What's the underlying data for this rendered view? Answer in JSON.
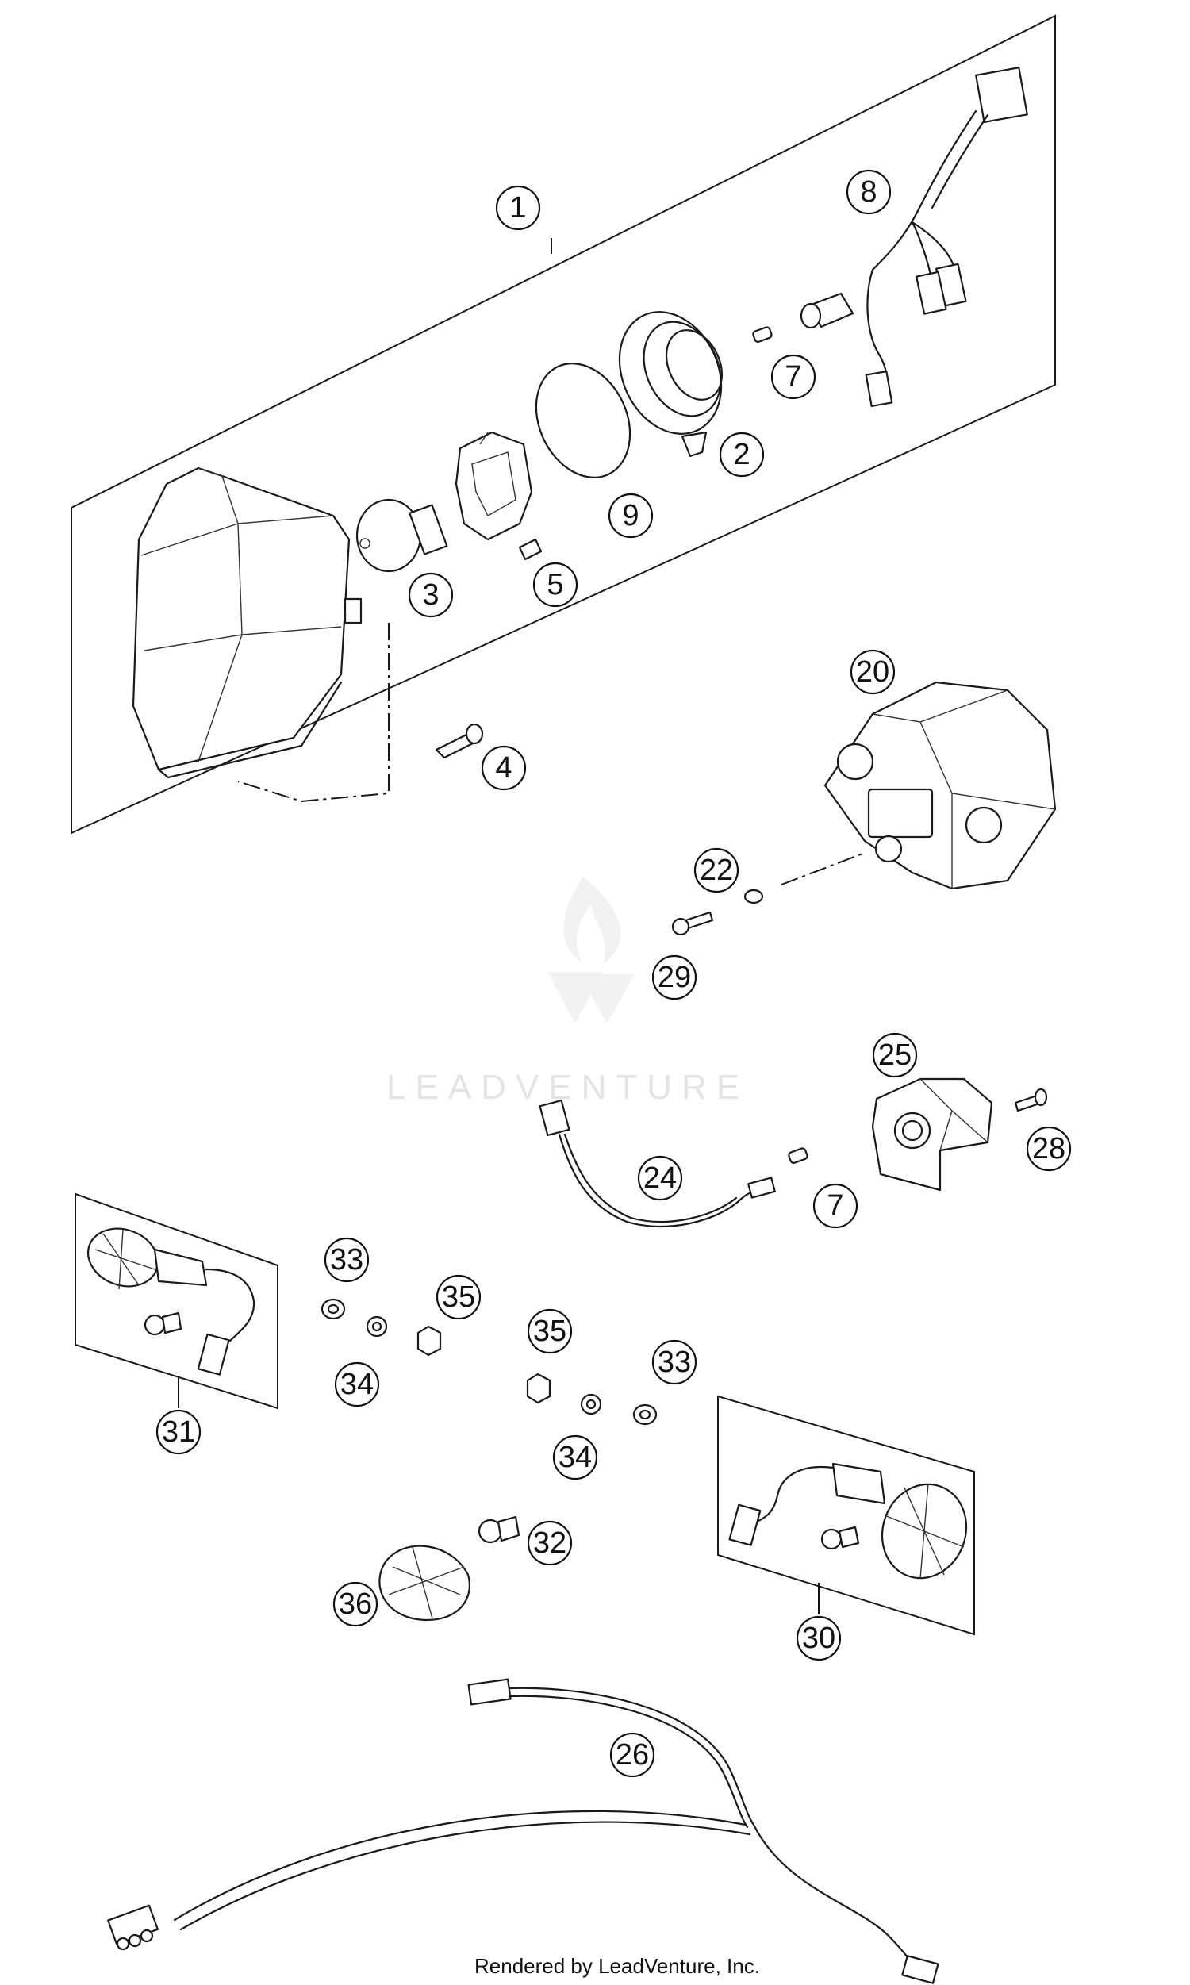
{
  "diagram": {
    "callouts": [
      "1",
      "2",
      "3",
      "4",
      "5",
      "7",
      "8",
      "9",
      "20",
      "22",
      "29",
      "25",
      "28",
      "24",
      "7",
      "33",
      "35",
      "35",
      "33",
      "34",
      "34",
      "31",
      "32",
      "36",
      "30",
      "26"
    ],
    "watermark": "LEADVENTURE",
    "footer": "Rendered by LeadVenture, Inc."
  }
}
